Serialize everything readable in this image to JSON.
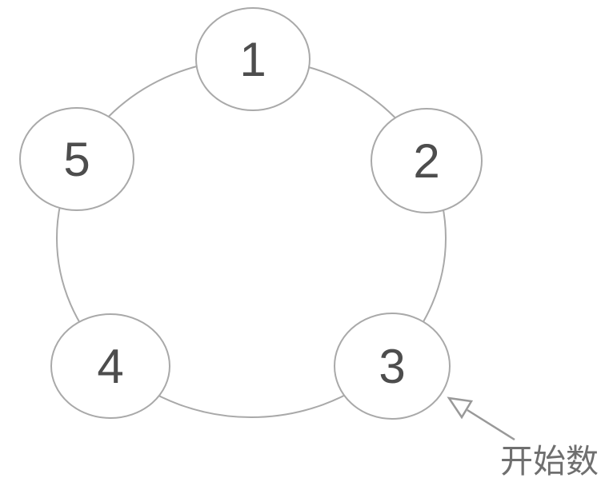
{
  "diagram": {
    "type": "cycle-diagram",
    "description": "Five numbered circles arranged clockwise on a ring; an arrow marks the starting circle",
    "nodes": [
      {
        "id": 1,
        "label": "1",
        "position": "top"
      },
      {
        "id": 2,
        "label": "2",
        "position": "upper-right"
      },
      {
        "id": 3,
        "label": "3",
        "position": "lower-right"
      },
      {
        "id": 4,
        "label": "4",
        "position": "lower-left"
      },
      {
        "id": 5,
        "label": "5",
        "position": "upper-left"
      }
    ],
    "annotation": {
      "label": "开始数",
      "points_to": "3"
    },
    "colors": {
      "outline": "#a9a9a9",
      "number": "#4d4d4d",
      "annotation": "#6f6f6f",
      "arrow": "#999999",
      "background": "#ffffff"
    }
  }
}
